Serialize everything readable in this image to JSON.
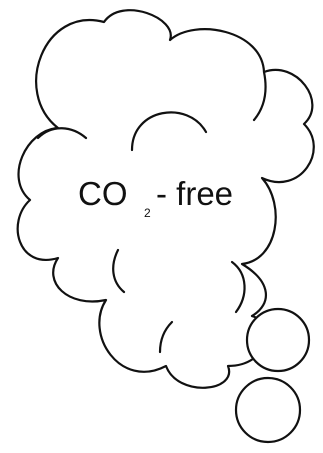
{
  "label": {
    "prefix": "CO",
    "subscript": "2",
    "suffix": "- free"
  },
  "colors": {
    "stroke": "#111111",
    "fill": "#ffffff",
    "text": "#111111"
  }
}
